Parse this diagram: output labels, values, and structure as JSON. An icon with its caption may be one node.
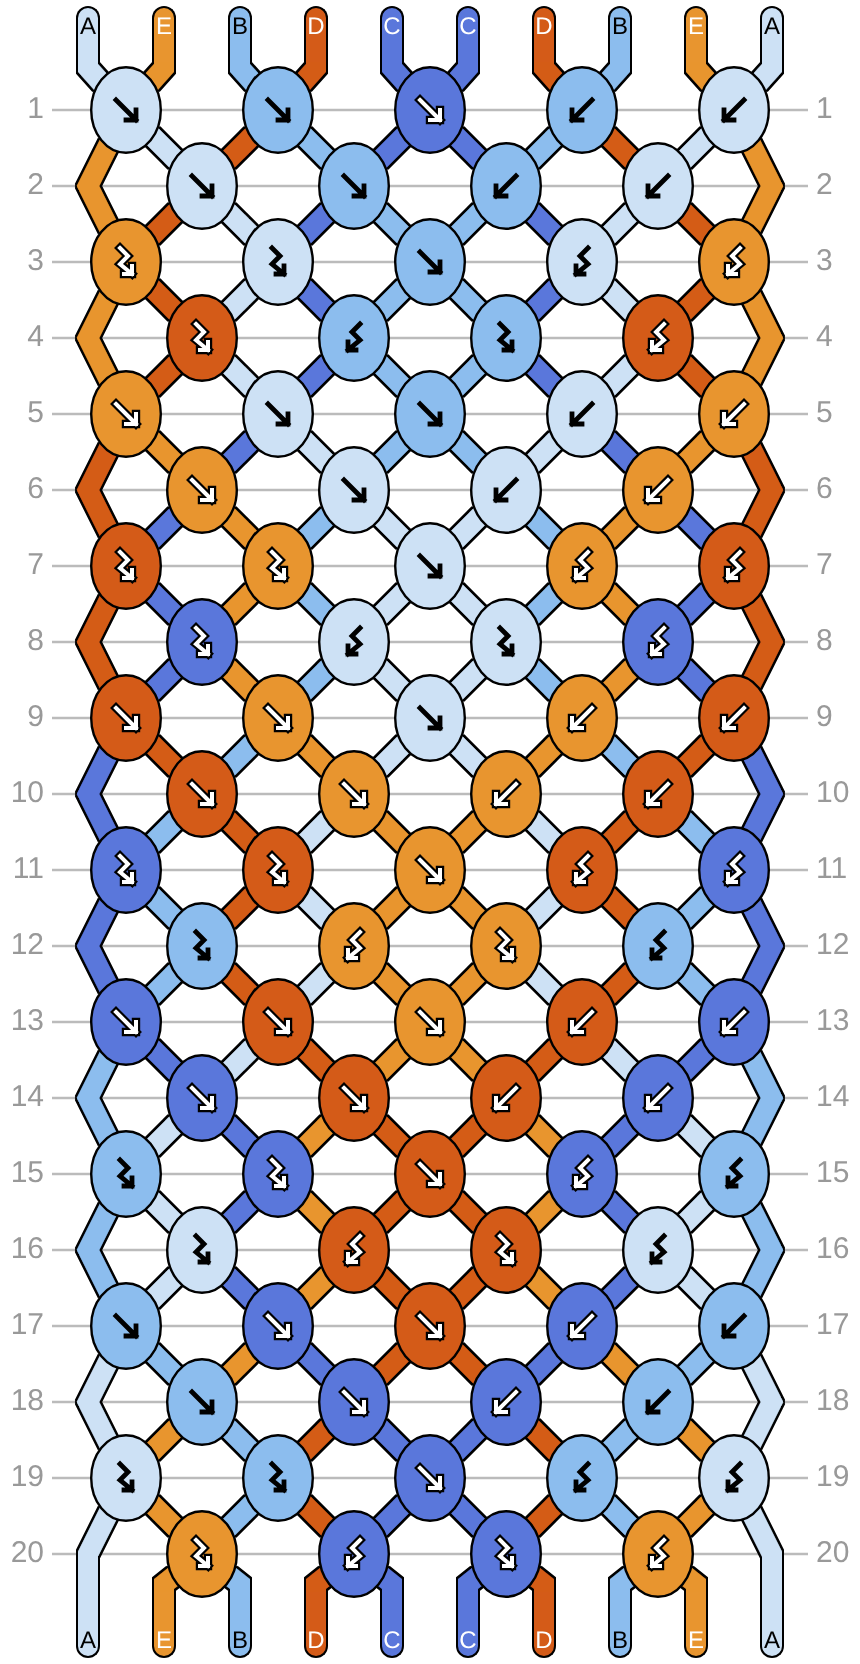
{
  "diagram": {
    "nodes": [
      {
        "text": [
          "A"
        ]
      },
      {
        "text": [
          "E"
        ]
      },
      {
        "text": [
          "B"
        ]
      },
      {
        "text": [
          "D"
        ]
      },
      {
        "text": [
          "C"
        ]
      },
      {
        "text": [
          "C"
        ]
      },
      {
        "text": [
          "D"
        ]
      },
      {
        "text": [
          "B"
        ]
      },
      {
        "text": [
          "E"
        ]
      },
      {
        "text": [
          "A"
        ]
      },
      {
        "text": [],
        "shape": "ellipse"
      },
      {
        "text": [],
        "shape": "ellipse"
      },
      {
        "text": [],
        "shape": "ellipse"
      },
      {
        "text": [],
        "shape": "ellipse"
      },
      {
        "text": [],
        "shape": "ellipse"
      },
      {
        "text": [],
        "shape": "ellipse"
      },
      {
        "text": [],
        "shape": "ellipse"
      },
      {
        "text": [],
        "shape": "ellipse"
      },
      {
        "text": [],
        "shape": "ellipse"
      },
      {
        "text": [],
        "shape": "ellipse"
      },
      {
        "text": [],
        "shape": "ellipse"
      },
      {
        "text": [],
        "shape": "ellipse"
      },
      {
        "text": [],
        "shape": "ellipse"
      },
      {
        "text": [],
        "shape": "ellipse"
      },
      {
        "text": [],
        "shape": "ellipse"
      },
      {
        "text": [],
        "shape": "ellipse"
      },
      {
        "text": [],
        "shape": "ellipse"
      },
      {
        "text": [],
        "shape": "ellipse"
      },
      {
        "text": [],
        "shape": "ellipse"
      },
      {
        "text": [],
        "shape": "ellipse"
      },
      {
        "text": [],
        "shape": "ellipse"
      },
      {
        "text": [],
        "shape": "ellipse"
      },
      {
        "text": [],
        "shape": "ellipse"
      },
      {
        "text": [],
        "shape": "ellipse"
      },
      {
        "text": [],
        "shape": "ellipse"
      },
      {
        "text": [],
        "shape": "ellipse"
      },
      {
        "text": [],
        "shape": "ellipse"
      },
      {
        "text": [],
        "shape": "ellipse"
      },
      {
        "text": [],
        "shape": "ellipse"
      },
      {
        "text": [],
        "shape": "ellipse"
      },
      {
        "text": [],
        "shape": "ellipse"
      },
      {
        "text": [],
        "shape": "ellipse"
      },
      {
        "text": [],
        "shape": "ellipse"
      },
      {
        "text": [],
        "shape": "ellipse"
      },
      {
        "text": [],
        "shape": "ellipse"
      },
      {
        "text": [],
        "shape": "ellipse"
      },
      {
        "text": [],
        "shape": "ellipse"
      },
      {
        "text": [],
        "shape": "ellipse"
      },
      {
        "text": [],
        "shape": "ellipse"
      },
      {
        "text": [],
        "shape": "ellipse"
      },
      {
        "text": [],
        "shape": "ellipse"
      },
      {
        "text": [],
        "shape": "ellipse"
      },
      {
        "text": [],
        "shape": "ellipse"
      },
      {
        "text": [],
        "shape": "ellipse"
      },
      {
        "text": [],
        "shape": "ellipse"
      },
      {
        "text": [],
        "shape": "ellipse"
      },
      {
        "text": [],
        "shape": "ellipse"
      },
      {
        "text": [],
        "shape": "ellipse"
      },
      {
        "text": [],
        "shape": "ellipse"
      },
      {
        "text": [],
        "shape": "ellipse"
      },
      {
        "text": [],
        "shape": "ellipse"
      },
      {
        "text": [],
        "shape": "ellipse"
      },
      {
        "text": [],
        "shape": "ellipse"
      },
      {
        "text": [],
        "shape": "ellipse"
      },
      {
        "text": [],
        "shape": "ellipse"
      },
      {
        "text": [],
        "shape": "ellipse"
      },
      {
        "text": [],
        "shape": "ellipse"
      },
      {
        "text": [],
        "shape": "ellipse"
      },
      {
        "text": [],
        "shape": "ellipse"
      },
      {
        "text": [],
        "shape": "ellipse"
      },
      {
        "text": [],
        "shape": "ellipse"
      },
      {
        "text": [],
        "shape": "ellipse"
      },
      {
        "text": [],
        "shape": "ellipse"
      },
      {
        "text": [],
        "shape": "ellipse"
      },
      {
        "text": [],
        "shape": "ellipse"
      },
      {
        "text": [],
        "shape": "ellipse"
      },
      {
        "text": [],
        "shape": "ellipse"
      },
      {
        "text": [],
        "shape": "ellipse"
      },
      {
        "text": [],
        "shape": "ellipse"
      },
      {
        "text": [],
        "shape": "ellipse"
      },
      {
        "text": [],
        "shape": "ellipse"
      },
      {
        "text": [],
        "shape": "ellipse"
      },
      {
        "text": [],
        "shape": "ellipse"
      },
      {
        "text": [],
        "shape": "ellipse"
      },
      {
        "text": [],
        "shape": "ellipse"
      },
      {
        "text": [],
        "shape": "ellipse"
      },
      {
        "text": [],
        "shape": "ellipse"
      },
      {
        "text": [],
        "shape": "ellipse"
      },
      {
        "text": [],
        "shape": "ellipse"
      },
      {
        "text": [],
        "shape": "ellipse"
      },
      {
        "text": [],
        "shape": "ellipse"
      },
      {
        "text": [],
        "shape": "ellipse"
      },
      {
        "text": [],
        "shape": "ellipse"
      },
      {
        "text": [],
        "shape": "ellipse"
      },
      {
        "text": [],
        "shape": "ellipse"
      },
      {
        "text": [],
        "shape": "ellipse"
      },
      {
        "text": [],
        "shape": "ellipse"
      },
      {
        "text": [],
        "shape": "ellipse"
      },
      {
        "text": [],
        "shape": "ellipse"
      },
      {
        "text": [],
        "shape": "ellipse"
      },
      {
        "text": [
          "A"
        ]
      },
      {
        "text": [
          "E"
        ]
      },
      {
        "text": [
          "B"
        ]
      },
      {
        "text": [
          "D"
        ]
      },
      {
        "text": [
          "C"
        ]
      },
      {
        "text": [
          "C"
        ]
      },
      {
        "text": [
          "D"
        ]
      },
      {
        "text": [
          "B"
        ]
      },
      {
        "text": [
          "E"
        ]
      },
      {
        "text": [
          "A"
        ]
      }
    ],
    "edges": [
      {
        "from": 0,
        "to": 10,
        "arrow": "none",
        "color": "#cde1f5"
      },
      {
        "from": 1,
        "to": 10,
        "arrow": "none",
        "color": "#e8952f"
      },
      {
        "from": 2,
        "to": 11,
        "arrow": "none",
        "color": "#8cbdee"
      },
      {
        "from": 3,
        "to": 11,
        "arrow": "none",
        "color": "#d45b18"
      },
      {
        "from": 4,
        "to": 12,
        "arrow": "none",
        "color": "#5a77db"
      },
      {
        "from": 5,
        "to": 12,
        "arrow": "none",
        "color": "#5a77db"
      },
      {
        "from": 6,
        "to": 13,
        "arrow": "none",
        "color": "#d45b18"
      },
      {
        "from": 7,
        "to": 13,
        "arrow": "none",
        "color": "#8cbdee"
      },
      {
        "from": 8,
        "to": 14,
        "arrow": "none",
        "color": "#e8952f"
      },
      {
        "from": 9,
        "to": 14,
        "arrow": "none",
        "color": "#cde1f5"
      },
      {
        "from": 10,
        "to": 19,
        "arrow": "none",
        "color": "#e8952f"
      },
      {
        "from": 10,
        "to": 15,
        "arrow": "none",
        "color": "#cde1f5"
      },
      {
        "from": 11,
        "to": 15,
        "arrow": "none",
        "color": "#d45b18"
      },
      {
        "from": 11,
        "to": 16,
        "arrow": "none",
        "color": "#8cbdee"
      },
      {
        "from": 12,
        "to": 16,
        "arrow": "none",
        "color": "#5a77db"
      },
      {
        "from": 12,
        "to": 17,
        "arrow": "none",
        "color": "#5a77db"
      },
      {
        "from": 13,
        "to": 17,
        "arrow": "none",
        "color": "#8cbdee"
      },
      {
        "from": 13,
        "to": 18,
        "arrow": "none",
        "color": "#d45b18"
      },
      {
        "from": 14,
        "to": 18,
        "arrow": "none",
        "color": "#cde1f5"
      },
      {
        "from": 14,
        "to": 23,
        "arrow": "none",
        "color": "#e8952f"
      },
      {
        "from": 15,
        "to": 19,
        "arrow": "none",
        "color": "#d45b18"
      },
      {
        "from": 15,
        "to": 20,
        "arrow": "none",
        "color": "#cde1f5"
      },
      {
        "from": 16,
        "to": 20,
        "arrow": "none",
        "color": "#5a77db"
      },
      {
        "from": 16,
        "to": 21,
        "arrow": "none",
        "color": "#8cbdee"
      },
      {
        "from": 17,
        "to": 21,
        "arrow": "none",
        "color": "#8cbdee"
      },
      {
        "from": 17,
        "to": 22,
        "arrow": "none",
        "color": "#5a77db"
      },
      {
        "from": 18,
        "to": 22,
        "arrow": "none",
        "color": "#cde1f5"
      },
      {
        "from": 18,
        "to": 23,
        "arrow": "none",
        "color": "#d45b18"
      },
      {
        "from": 19,
        "to": 28,
        "arrow": "none",
        "color": "#e8952f"
      },
      {
        "from": 19,
        "to": 24,
        "arrow": "none",
        "color": "#d45b18"
      },
      {
        "from": 20,
        "to": 24,
        "arrow": "none",
        "color": "#cde1f5"
      },
      {
        "from": 20,
        "to": 25,
        "arrow": "none",
        "color": "#5a77db"
      },
      {
        "from": 21,
        "to": 25,
        "arrow": "none",
        "color": "#8cbdee"
      },
      {
        "from": 21,
        "to": 26,
        "arrow": "none",
        "color": "#8cbdee"
      },
      {
        "from": 22,
        "to": 26,
        "arrow": "none",
        "color": "#5a77db"
      },
      {
        "from": 22,
        "to": 27,
        "arrow": "none",
        "color": "#cde1f5"
      },
      {
        "from": 23,
        "to": 27,
        "arrow": "none",
        "color": "#d45b18"
      },
      {
        "from": 23,
        "to": 32,
        "arrow": "none",
        "color": "#e8952f"
      },
      {
        "from": 24,
        "to": 28,
        "arrow": "none",
        "color": "#d45b18"
      },
      {
        "from": 24,
        "to": 29,
        "arrow": "none",
        "color": "#cde1f5"
      },
      {
        "from": 25,
        "to": 29,
        "arrow": "none",
        "color": "#5a77db"
      },
      {
        "from": 25,
        "to": 30,
        "arrow": "none",
        "color": "#8cbdee"
      },
      {
        "from": 26,
        "to": 30,
        "arrow": "none",
        "color": "#8cbdee"
      },
      {
        "from": 26,
        "to": 31,
        "arrow": "none",
        "color": "#5a77db"
      },
      {
        "from": 27,
        "to": 31,
        "arrow": "none",
        "color": "#cde1f5"
      },
      {
        "from": 27,
        "to": 32,
        "arrow": "none",
        "color": "#d45b18"
      },
      {
        "from": 28,
        "to": 37,
        "arrow": "none",
        "color": "#d45b18"
      },
      {
        "from": 28,
        "to": 33,
        "arrow": "none",
        "color": "#e8952f"
      },
      {
        "from": 29,
        "to": 33,
        "arrow": "none",
        "color": "#5a77db"
      },
      {
        "from": 29,
        "to": 34,
        "arrow": "none",
        "color": "#cde1f5"
      },
      {
        "from": 30,
        "to": 34,
        "arrow": "none",
        "color": "#8cbdee"
      },
      {
        "from": 30,
        "to": 35,
        "arrow": "none",
        "color": "#8cbdee"
      },
      {
        "from": 31,
        "to": 35,
        "arrow": "none",
        "color": "#cde1f5"
      },
      {
        "from": 31,
        "to": 36,
        "arrow": "none",
        "color": "#5a77db"
      },
      {
        "from": 32,
        "to": 36,
        "arrow": "none",
        "color": "#e8952f"
      },
      {
        "from": 32,
        "to": 41,
        "arrow": "none",
        "color": "#d45b18"
      },
      {
        "from": 33,
        "to": 37,
        "arrow": "none",
        "color": "#5a77db"
      },
      {
        "from": 33,
        "to": 38,
        "arrow": "none",
        "color": "#e8952f"
      },
      {
        "from": 34,
        "to": 38,
        "arrow": "none",
        "color": "#8cbdee"
      },
      {
        "from": 34,
        "to": 39,
        "arrow": "none",
        "color": "#cde1f5"
      },
      {
        "from": 35,
        "to": 39,
        "arrow": "none",
        "color": "#cde1f5"
      },
      {
        "from": 35,
        "to": 40,
        "arrow": "none",
        "color": "#8cbdee"
      },
      {
        "from": 36,
        "to": 40,
        "arrow": "none",
        "color": "#e8952f"
      },
      {
        "from": 36,
        "to": 41,
        "arrow": "none",
        "color": "#5a77db"
      },
      {
        "from": 37,
        "to": 46,
        "arrow": "none",
        "color": "#d45b18"
      },
      {
        "from": 37,
        "to": 42,
        "arrow": "none",
        "color": "#5a77db"
      },
      {
        "from": 38,
        "to": 42,
        "arrow": "none",
        "color": "#e8952f"
      },
      {
        "from": 38,
        "to": 43,
        "arrow": "none",
        "color": "#8cbdee"
      },
      {
        "from": 39,
        "to": 43,
        "arrow": "none",
        "color": "#cde1f5"
      },
      {
        "from": 39,
        "to": 44,
        "arrow": "none",
        "color": "#cde1f5"
      },
      {
        "from": 40,
        "to": 44,
        "arrow": "none",
        "color": "#8cbdee"
      },
      {
        "from": 40,
        "to": 45,
        "arrow": "none",
        "color": "#e8952f"
      },
      {
        "from": 41,
        "to": 45,
        "arrow": "none",
        "color": "#5a77db"
      },
      {
        "from": 41,
        "to": 50,
        "arrow": "none",
        "color": "#d45b18"
      },
      {
        "from": 42,
        "to": 46,
        "arrow": "none",
        "color": "#5a77db"
      },
      {
        "from": 42,
        "to": 47,
        "arrow": "none",
        "color": "#e8952f"
      },
      {
        "from": 43,
        "to": 47,
        "arrow": "none",
        "color": "#8cbdee"
      },
      {
        "from": 43,
        "to": 48,
        "arrow": "none",
        "color": "#cde1f5"
      },
      {
        "from": 44,
        "to": 48,
        "arrow": "none",
        "color": "#cde1f5"
      },
      {
        "from": 44,
        "to": 49,
        "arrow": "none",
        "color": "#8cbdee"
      },
      {
        "from": 45,
        "to": 49,
        "arrow": "none",
        "color": "#e8952f"
      },
      {
        "from": 45,
        "to": 50,
        "arrow": "none",
        "color": "#5a77db"
      },
      {
        "from": 46,
        "to": 55,
        "arrow": "none",
        "color": "#5a77db"
      },
      {
        "from": 46,
        "to": 51,
        "arrow": "none",
        "color": "#d45b18"
      },
      {
        "from": 47,
        "to": 51,
        "arrow": "none",
        "color": "#8cbdee"
      },
      {
        "from": 47,
        "to": 52,
        "arrow": "none",
        "color": "#e8952f"
      },
      {
        "from": 48,
        "to": 52,
        "arrow": "none",
        "color": "#cde1f5"
      },
      {
        "from": 48,
        "to": 53,
        "arrow": "none",
        "color": "#cde1f5"
      },
      {
        "from": 49,
        "to": 53,
        "arrow": "none",
        "color": "#e8952f"
      },
      {
        "from": 49,
        "to": 54,
        "arrow": "none",
        "color": "#8cbdee"
      },
      {
        "from": 50,
        "to": 54,
        "arrow": "none",
        "color": "#d45b18"
      },
      {
        "from": 50,
        "to": 59,
        "arrow": "none",
        "color": "#5a77db"
      },
      {
        "from": 51,
        "to": 55,
        "arrow": "none",
        "color": "#8cbdee"
      },
      {
        "from": 51,
        "to": 56,
        "arrow": "none",
        "color": "#d45b18"
      },
      {
        "from": 52,
        "to": 56,
        "arrow": "none",
        "color": "#cde1f5"
      },
      {
        "from": 52,
        "to": 57,
        "arrow": "none",
        "color": "#e8952f"
      },
      {
        "from": 53,
        "to": 57,
        "arrow": "none",
        "color": "#e8952f"
      },
      {
        "from": 53,
        "to": 58,
        "arrow": "none",
        "color": "#cde1f5"
      },
      {
        "from": 54,
        "to": 58,
        "arrow": "none",
        "color": "#d45b18"
      },
      {
        "from": 54,
        "to": 59,
        "arrow": "none",
        "color": "#8cbdee"
      },
      {
        "from": 55,
        "to": 64,
        "arrow": "none",
        "color": "#5a77db"
      },
      {
        "from": 55,
        "to": 60,
        "arrow": "none",
        "color": "#8cbdee"
      },
      {
        "from": 56,
        "to": 60,
        "arrow": "none",
        "color": "#d45b18"
      },
      {
        "from": 56,
        "to": 61,
        "arrow": "none",
        "color": "#cde1f5"
      },
      {
        "from": 57,
        "to": 61,
        "arrow": "none",
        "color": "#e8952f"
      },
      {
        "from": 57,
        "to": 62,
        "arrow": "none",
        "color": "#e8952f"
      },
      {
        "from": 58,
        "to": 62,
        "arrow": "none",
        "color": "#cde1f5"
      },
      {
        "from": 58,
        "to": 63,
        "arrow": "none",
        "color": "#d45b18"
      },
      {
        "from": 59,
        "to": 63,
        "arrow": "none",
        "color": "#8cbdee"
      },
      {
        "from": 59,
        "to": 68,
        "arrow": "none",
        "color": "#5a77db"
      },
      {
        "from": 60,
        "to": 64,
        "arrow": "none",
        "color": "#8cbdee"
      },
      {
        "from": 60,
        "to": 65,
        "arrow": "none",
        "color": "#d45b18"
      },
      {
        "from": 61,
        "to": 65,
        "arrow": "none",
        "color": "#cde1f5"
      },
      {
        "from": 61,
        "to": 66,
        "arrow": "none",
        "color": "#e8952f"
      },
      {
        "from": 62,
        "to": 66,
        "arrow": "none",
        "color": "#e8952f"
      },
      {
        "from": 62,
        "to": 67,
        "arrow": "none",
        "color": "#cde1f5"
      },
      {
        "from": 63,
        "to": 67,
        "arrow": "none",
        "color": "#d45b18"
      },
      {
        "from": 63,
        "to": 68,
        "arrow": "none",
        "color": "#8cbdee"
      },
      {
        "from": 64,
        "to": 73,
        "arrow": "none",
        "color": "#8cbdee"
      },
      {
        "from": 64,
        "to": 69,
        "arrow": "none",
        "color": "#5a77db"
      },
      {
        "from": 65,
        "to": 69,
        "arrow": "none",
        "color": "#cde1f5"
      },
      {
        "from": 65,
        "to": 70,
        "arrow": "none",
        "color": "#d45b18"
      },
      {
        "from": 66,
        "to": 70,
        "arrow": "none",
        "color": "#e8952f"
      },
      {
        "from": 66,
        "to": 71,
        "arrow": "none",
        "color": "#e8952f"
      },
      {
        "from": 67,
        "to": 71,
        "arrow": "none",
        "color": "#d45b18"
      },
      {
        "from": 67,
        "to": 72,
        "arrow": "none",
        "color": "#cde1f5"
      },
      {
        "from": 68,
        "to": 72,
        "arrow": "none",
        "color": "#5a77db"
      },
      {
        "from": 68,
        "to": 77,
        "arrow": "none",
        "color": "#8cbdee"
      },
      {
        "from": 69,
        "to": 73,
        "arrow": "none",
        "color": "#cde1f5"
      },
      {
        "from": 69,
        "to": 74,
        "arrow": "none",
        "color": "#5a77db"
      },
      {
        "from": 70,
        "to": 74,
        "arrow": "none",
        "color": "#e8952f"
      },
      {
        "from": 70,
        "to": 75,
        "arrow": "none",
        "color": "#d45b18"
      },
      {
        "from": 71,
        "to": 75,
        "arrow": "none",
        "color": "#d45b18"
      },
      {
        "from": 71,
        "to": 76,
        "arrow": "none",
        "color": "#e8952f"
      },
      {
        "from": 72,
        "to": 76,
        "arrow": "none",
        "color": "#5a77db"
      },
      {
        "from": 72,
        "to": 77,
        "arrow": "none",
        "color": "#cde1f5"
      },
      {
        "from": 73,
        "to": 82,
        "arrow": "none",
        "color": "#8cbdee"
      },
      {
        "from": 73,
        "to": 78,
        "arrow": "none",
        "color": "#cde1f5"
      },
      {
        "from": 74,
        "to": 78,
        "arrow": "none",
        "color": "#5a77db"
      },
      {
        "from": 74,
        "to": 79,
        "arrow": "none",
        "color": "#e8952f"
      },
      {
        "from": 75,
        "to": 79,
        "arrow": "none",
        "color": "#d45b18"
      },
      {
        "from": 75,
        "to": 80,
        "arrow": "none",
        "color": "#d45b18"
      },
      {
        "from": 76,
        "to": 80,
        "arrow": "none",
        "color": "#e8952f"
      },
      {
        "from": 76,
        "to": 81,
        "arrow": "none",
        "color": "#5a77db"
      },
      {
        "from": 77,
        "to": 81,
        "arrow": "none",
        "color": "#cde1f5"
      },
      {
        "from": 77,
        "to": 86,
        "arrow": "none",
        "color": "#8cbdee"
      },
      {
        "from": 78,
        "to": 82,
        "arrow": "none",
        "color": "#cde1f5"
      },
      {
        "from": 78,
        "to": 83,
        "arrow": "none",
        "color": "#5a77db"
      },
      {
        "from": 79,
        "to": 83,
        "arrow": "none",
        "color": "#e8952f"
      },
      {
        "from": 79,
        "to": 84,
        "arrow": "none",
        "color": "#d45b18"
      },
      {
        "from": 80,
        "to": 84,
        "arrow": "none",
        "color": "#d45b18"
      },
      {
        "from": 80,
        "to": 85,
        "arrow": "none",
        "color": "#e8952f"
      },
      {
        "from": 81,
        "to": 85,
        "arrow": "none",
        "color": "#5a77db"
      },
      {
        "from": 81,
        "to": 86,
        "arrow": "none",
        "color": "#cde1f5"
      },
      {
        "from": 82,
        "to": 91,
        "arrow": "none",
        "color": "#cde1f5"
      },
      {
        "from": 82,
        "to": 87,
        "arrow": "none",
        "color": "#8cbdee"
      },
      {
        "from": 83,
        "to": 87,
        "arrow": "none",
        "color": "#e8952f"
      },
      {
        "from": 83,
        "to": 88,
        "arrow": "none",
        "color": "#5a77db"
      },
      {
        "from": 84,
        "to": 88,
        "arrow": "none",
        "color": "#d45b18"
      },
      {
        "from": 84,
        "to": 89,
        "arrow": "none",
        "color": "#d45b18"
      },
      {
        "from": 85,
        "to": 89,
        "arrow": "none",
        "color": "#5a77db"
      },
      {
        "from": 85,
        "to": 90,
        "arrow": "none",
        "color": "#e8952f"
      },
      {
        "from": 86,
        "to": 90,
        "arrow": "none",
        "color": "#8cbdee"
      },
      {
        "from": 86,
        "to": 95,
        "arrow": "none",
        "color": "#cde1f5"
      },
      {
        "from": 87,
        "to": 91,
        "arrow": "none",
        "color": "#e8952f"
      },
      {
        "from": 87,
        "to": 92,
        "arrow": "none",
        "color": "#8cbdee"
      },
      {
        "from": 88,
        "to": 92,
        "arrow": "none",
        "color": "#d45b18"
      },
      {
        "from": 88,
        "to": 93,
        "arrow": "none",
        "color": "#5a77db"
      },
      {
        "from": 89,
        "to": 93,
        "arrow": "none",
        "color": "#5a77db"
      },
      {
        "from": 89,
        "to": 94,
        "arrow": "none",
        "color": "#d45b18"
      },
      {
        "from": 90,
        "to": 94,
        "arrow": "none",
        "color": "#8cbdee"
      },
      {
        "from": 90,
        "to": 95,
        "arrow": "none",
        "color": "#e8952f"
      },
      {
        "from": 91,
        "to": 100,
        "arrow": "none",
        "color": "#cde1f5"
      },
      {
        "from": 91,
        "to": 96,
        "arrow": "none",
        "color": "#e8952f"
      },
      {
        "from": 92,
        "to": 96,
        "arrow": "none",
        "color": "#8cbdee"
      },
      {
        "from": 92,
        "to": 97,
        "arrow": "none",
        "color": "#d45b18"
      },
      {
        "from": 93,
        "to": 97,
        "arrow": "none",
        "color": "#5a77db"
      },
      {
        "from": 93,
        "to": 98,
        "arrow": "none",
        "color": "#5a77db"
      },
      {
        "from": 94,
        "to": 98,
        "arrow": "none",
        "color": "#d45b18"
      },
      {
        "from": 94,
        "to": 99,
        "arrow": "none",
        "color": "#8cbdee"
      },
      {
        "from": 95,
        "to": 99,
        "arrow": "none",
        "color": "#e8952f"
      },
      {
        "from": 95,
        "to": 109,
        "arrow": "none",
        "color": "#cde1f5"
      },
      {
        "from": 96,
        "to": 101,
        "arrow": "none",
        "color": "#e8952f"
      },
      {
        "from": 96,
        "to": 102,
        "arrow": "none",
        "color": "#8cbdee"
      },
      {
        "from": 97,
        "to": 103,
        "arrow": "none",
        "color": "#d45b18"
      },
      {
        "from": 97,
        "to": 104,
        "arrow": "none",
        "color": "#5a77db"
      },
      {
        "from": 98,
        "to": 105,
        "arrow": "none",
        "color": "#5a77db"
      },
      {
        "from": 98,
        "to": 106,
        "arrow": "none",
        "color": "#d45b18"
      },
      {
        "from": 99,
        "to": 107,
        "arrow": "none",
        "color": "#8cbdee"
      },
      {
        "from": 99,
        "to": 108,
        "arrow": "none",
        "color": "#e8952f"
      }
    ],
    "labels": [
      "1",
      "1",
      "2",
      "2",
      "3",
      "3",
      "4",
      "4",
      "5",
      "5",
      "6",
      "6",
      "7",
      "7",
      "8",
      "8",
      "9",
      "9",
      "10",
      "10",
      "11",
      "11",
      "12",
      "12",
      "13",
      "13",
      "14",
      "14",
      "15",
      "15",
      "16",
      "16",
      "17",
      "17",
      "18",
      "18",
      "19",
      "19",
      "20",
      "20"
    ]
  }
}
